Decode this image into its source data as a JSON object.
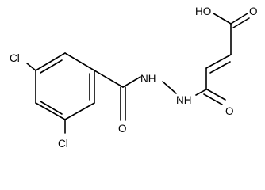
{
  "molecule": {
    "atoms": {
      "cl_top": "Cl",
      "cl_bottom": "Cl",
      "amide_oxygen": "O",
      "hydrazide_nh_1": "NH",
      "hydrazide_nh_2": "NH",
      "acyl_oxygen": "O",
      "acid_oxygen": "O",
      "hydroxyl": "HO"
    },
    "colors": {
      "bond": "#000000",
      "label": "#000000",
      "background": "#ffffff"
    }
  }
}
